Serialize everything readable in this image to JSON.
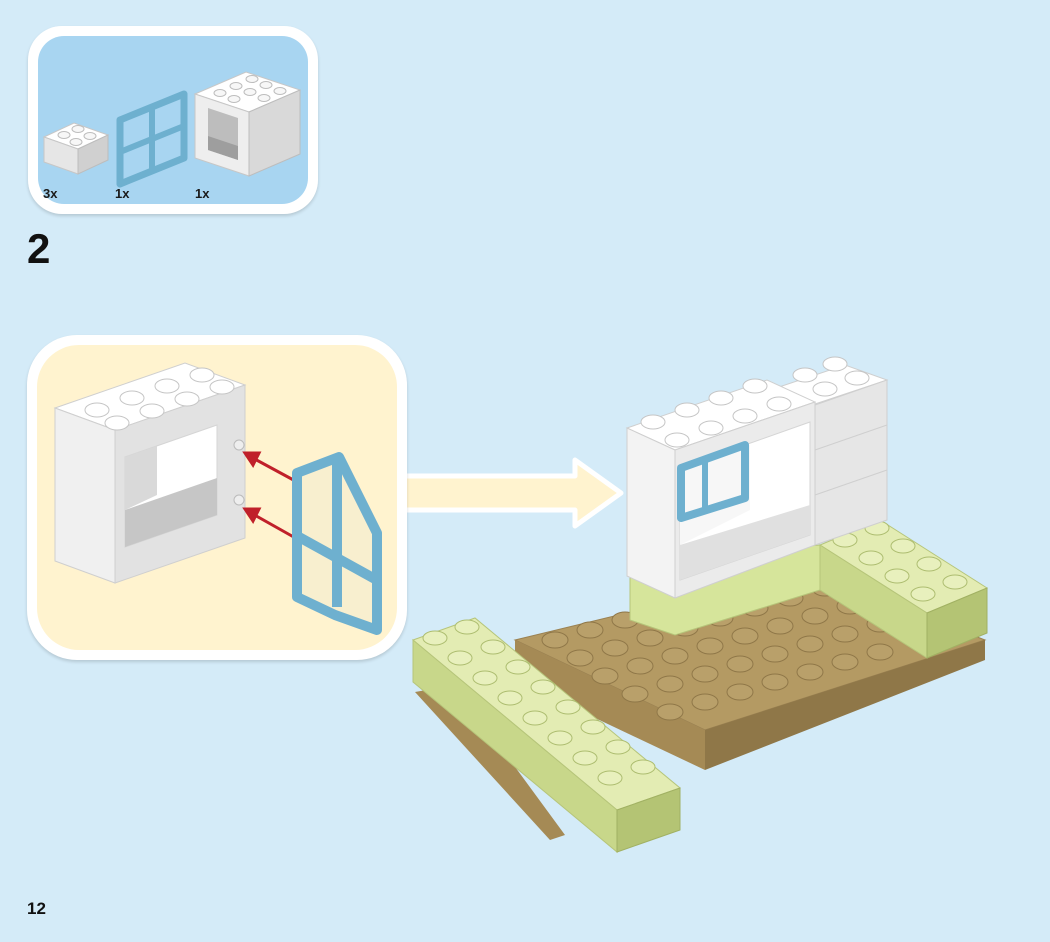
{
  "step": {
    "number": "2"
  },
  "parts": [
    {
      "name": "duplo-brick-2x2-white",
      "quantity": "3x"
    },
    {
      "name": "window-pane-blue",
      "quantity": "1x"
    },
    {
      "name": "window-frame-white",
      "quantity": "1x"
    }
  ],
  "page": {
    "number": "12"
  },
  "colors": {
    "background": "#d4ebf8",
    "parts_panel": "#a8d5f1",
    "callout": "#fff3cf",
    "white_brick": "#f2f2f2",
    "window_blue": "#6eb0cf",
    "lime_brick": "#d6e59b",
    "tan_plate": "#b49a63",
    "arrow_red": "#c0202a"
  }
}
